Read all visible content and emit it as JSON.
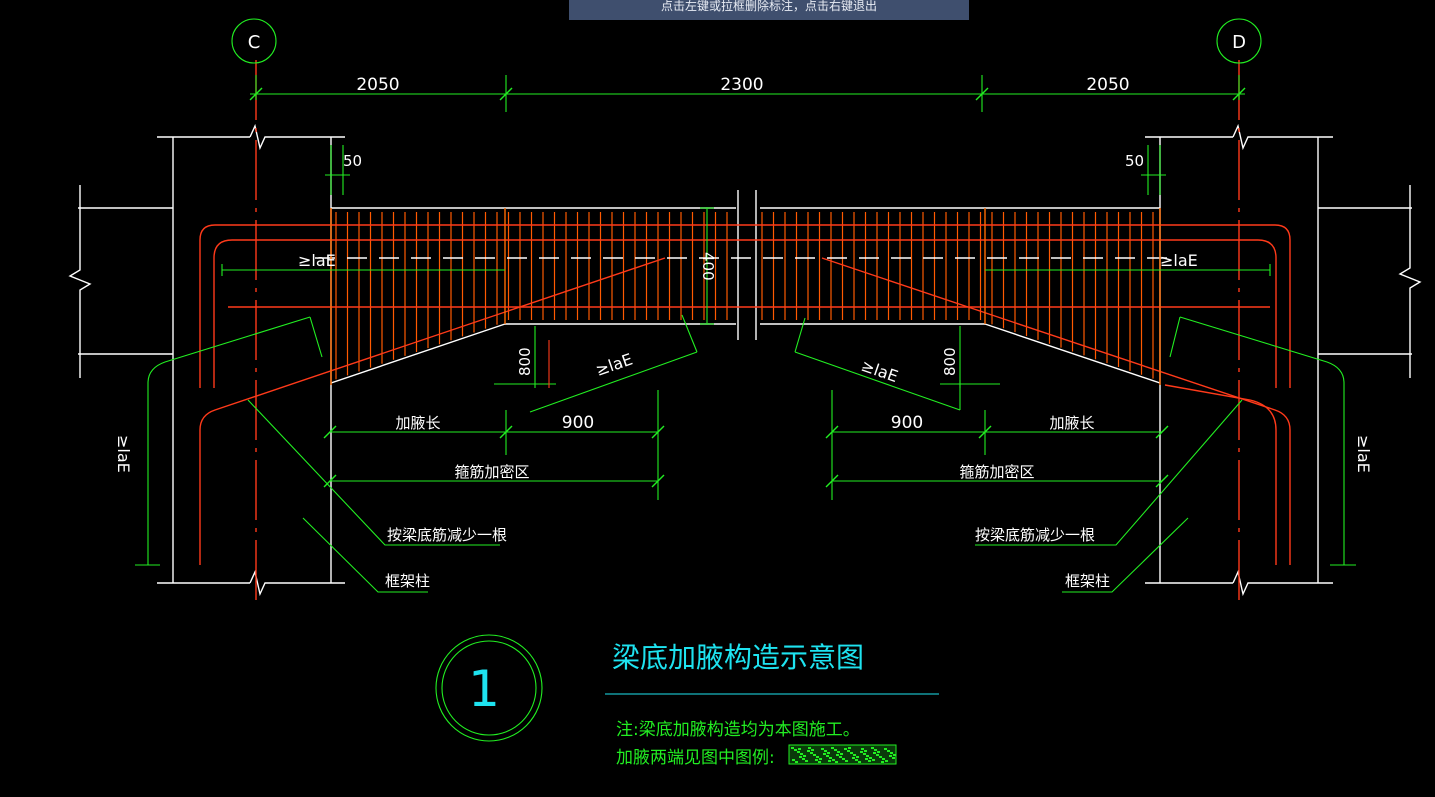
{
  "hint": "点击左键或拉框删除标注，点击右键退出",
  "axes": {
    "left": "C",
    "right": "D"
  },
  "dims_top": [
    "2050",
    "2300",
    "2050"
  ],
  "dim_50": "50",
  "dim_400": "400",
  "dim_800": "800",
  "dim_900": "900",
  "label_laE": "≥laE",
  "label_haunch_len": "加腋长",
  "label_stirrup_zone": "箍筋加密区",
  "label_reduce": "按梁底筋减少一根",
  "label_column": "框架柱",
  "detail_number": "1",
  "title": "梁底加腋构造示意图",
  "note_1": "注:梁底加腋构造均为本图施工。",
  "note_2": "加腋两端见图中图例:",
  "colors": {
    "white": "#ffffff",
    "red": "#ff3a1a",
    "green": "#22ee22",
    "cyan": "#1ee3f0",
    "orange": "#ff6a00"
  }
}
